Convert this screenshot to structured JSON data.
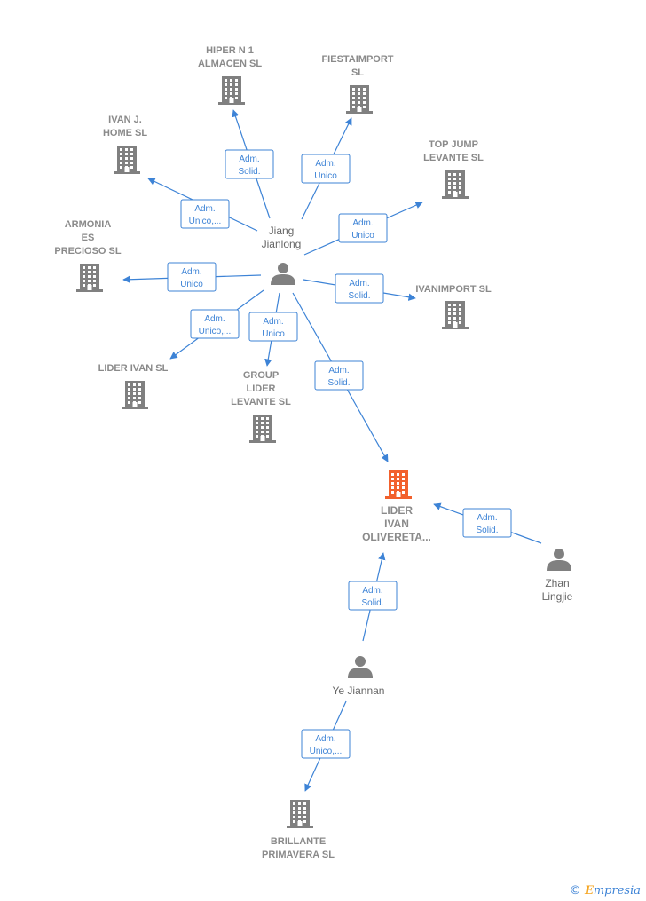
{
  "colors": {
    "edge": "#3d83d6",
    "company": "#808080",
    "focus_company": "#f2612d",
    "person": "#808080"
  },
  "companies": [
    {
      "id": "hiper",
      "lines": [
        "HIPER N 1",
        "ALMACEN SL"
      ],
      "focus": false
    },
    {
      "id": "fiestaimport",
      "lines": [
        "FIESTAIMPORT",
        "SL"
      ],
      "focus": false
    },
    {
      "id": "ivanj",
      "lines": [
        "IVAN J.",
        "HOME  SL"
      ],
      "focus": false
    },
    {
      "id": "topjump",
      "lines": [
        "TOP JUMP",
        "LEVANTE  SL"
      ],
      "focus": false
    },
    {
      "id": "armonia",
      "lines": [
        "ARMONIA",
        "ES",
        "PRECIOSO SL"
      ],
      "focus": false
    },
    {
      "id": "ivanimport",
      "lines": [
        "IVANIMPORT SL"
      ],
      "focus": false
    },
    {
      "id": "liderivan",
      "lines": [
        "LIDER IVAN  SL"
      ],
      "focus": false
    },
    {
      "id": "group",
      "lines": [
        "GROUP",
        "LIDER",
        "LEVANTE  SL"
      ],
      "focus": false
    },
    {
      "id": "focus",
      "lines": [
        "LIDER",
        "IVAN",
        "OLIVERETA..."
      ],
      "focus": true
    },
    {
      "id": "brillante",
      "lines": [
        "BRILLANTE",
        "PRIMAVERA  SL"
      ],
      "focus": false
    }
  ],
  "persons": [
    {
      "id": "jiang",
      "lines": [
        "Jiang",
        "Jianlong"
      ]
    },
    {
      "id": "zhan",
      "lines": [
        "Zhan",
        "Lingjie"
      ]
    },
    {
      "id": "ye",
      "lines": [
        "Ye Jiannan"
      ]
    }
  ],
  "edges": [
    {
      "id": "e-hiper",
      "lines": [
        "Adm.",
        "Solid."
      ]
    },
    {
      "id": "e-fiesta",
      "lines": [
        "Adm.",
        "Unico"
      ]
    },
    {
      "id": "e-ivanj",
      "lines": [
        "Adm.",
        "Unico,..."
      ]
    },
    {
      "id": "e-topjump",
      "lines": [
        "Adm.",
        "Unico"
      ]
    },
    {
      "id": "e-armonia",
      "lines": [
        "Adm.",
        "Unico"
      ]
    },
    {
      "id": "e-ivanimport",
      "lines": [
        "Adm.",
        "Solid."
      ]
    },
    {
      "id": "e-liderivan",
      "lines": [
        "Adm.",
        "Unico,..."
      ]
    },
    {
      "id": "e-group",
      "lines": [
        "Adm.",
        "Unico"
      ]
    },
    {
      "id": "e-focus-jiang",
      "lines": [
        "Adm.",
        "Solid."
      ]
    },
    {
      "id": "e-focus-zhan",
      "lines": [
        "Adm.",
        "Solid."
      ]
    },
    {
      "id": "e-focus-ye",
      "lines": [
        "Adm.",
        "Solid."
      ]
    },
    {
      "id": "e-brillante",
      "lines": [
        "Adm.",
        "Unico,..."
      ]
    }
  ],
  "watermark": {
    "copyright": "©",
    "brand_first": "E",
    "brand_rest": "mpresia"
  }
}
